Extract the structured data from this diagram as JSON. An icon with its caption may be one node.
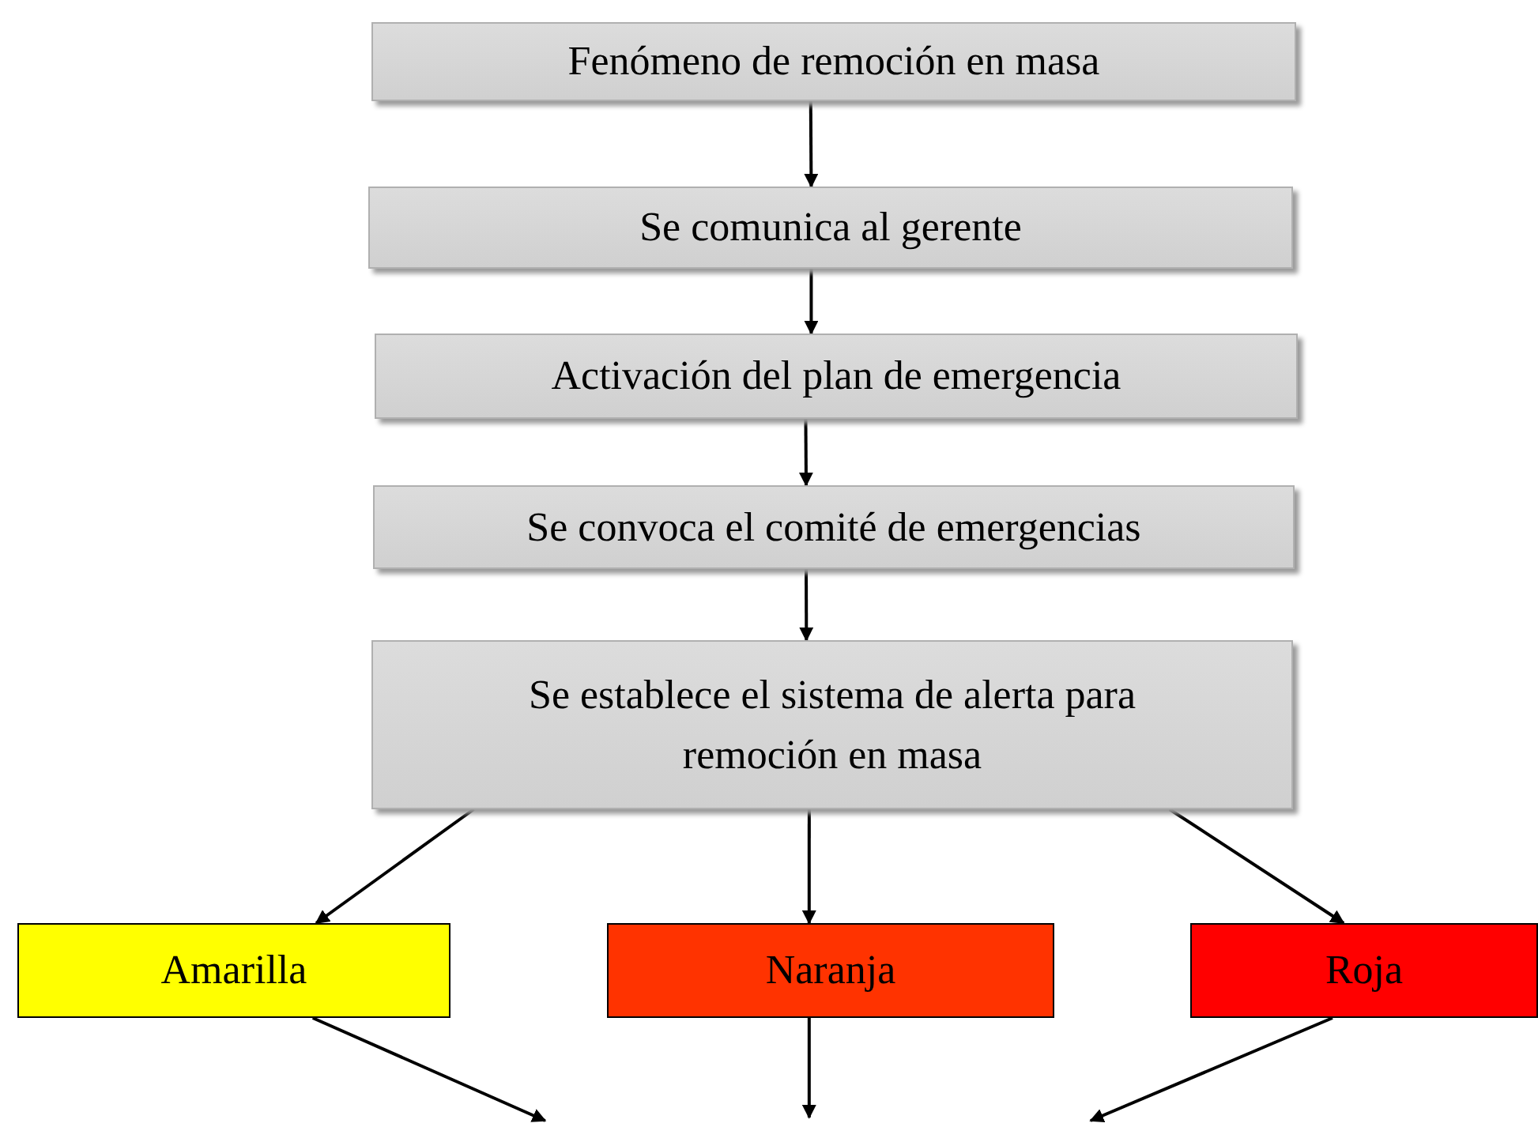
{
  "diagram": {
    "nodes": [
      {
        "text": [
          "Fenómeno de remoción en masa"
        ]
      },
      {
        "text": [
          "Se comunica al gerente"
        ]
      },
      {
        "text": [
          "Activación del plan de emergencia"
        ]
      },
      {
        "text": [
          "Se convoca el comité de emergencias"
        ]
      },
      {
        "text": [
          "Se establece el sistema de alerta para remoción en masa"
        ]
      },
      {
        "text": [
          "Amarilla"
        ]
      },
      {
        "text": [
          "Naranja"
        ]
      },
      {
        "text": [
          "Roja"
        ]
      }
    ],
    "edges": [
      {
        "from": 0,
        "to": 1,
        "arrow": "to"
      },
      {
        "from": 1,
        "to": 2,
        "arrow": "to"
      },
      {
        "from": 2,
        "to": 3,
        "arrow": "to"
      },
      {
        "from": 3,
        "to": 4,
        "arrow": "to"
      },
      {
        "from": 4,
        "to": 5,
        "arrow": "to"
      },
      {
        "from": 4,
        "to": 6,
        "arrow": "to"
      },
      {
        "from": 4,
        "to": 7,
        "arrow": "to"
      },
      {
        "from": 5,
        "to": null,
        "arrow": "to"
      },
      {
        "from": 6,
        "to": null,
        "arrow": "to"
      },
      {
        "from": 7,
        "to": null,
        "arrow": "to"
      }
    ]
  }
}
